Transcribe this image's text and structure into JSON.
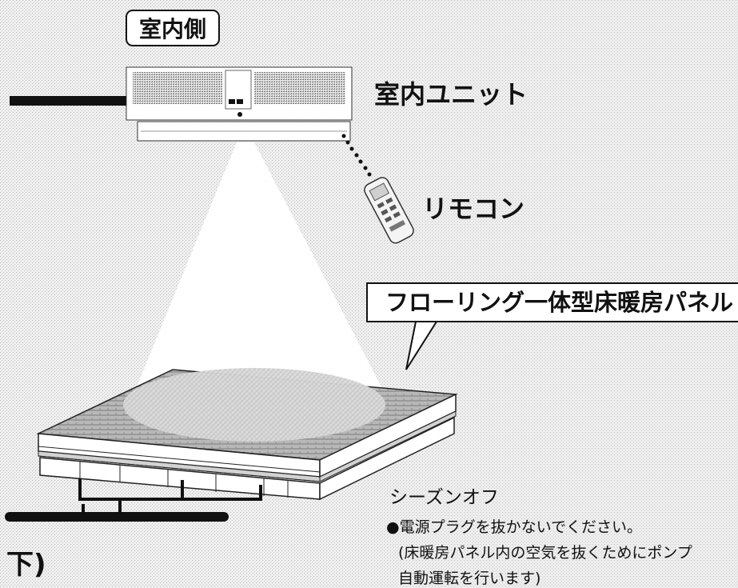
{
  "labels": {
    "indoor_side": "室内側",
    "indoor_unit": "室内ユニット",
    "remote": "リモコン",
    "floor_panel": "フローリング一体型床暖房パネル",
    "cut_text": "下)"
  },
  "season_off": {
    "title": "シーズンオフ",
    "bullet": "●電源プラグを抜かないでください。",
    "note_line1": "(床暖房パネル内の空気を抜くためにポンプ",
    "note_line2": "自動運転を行います)"
  }
}
